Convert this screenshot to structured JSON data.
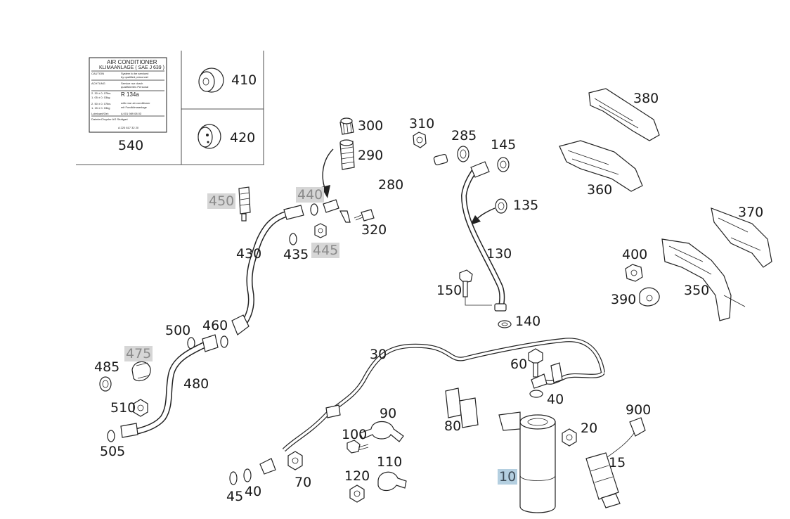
{
  "decal": {
    "title_line1": "AIR CONDITIONER",
    "title_line2": "KLIMAANLAGE ( SAE  J 639 )",
    "caution_label": "CAUTION",
    "caution_text1": "System to be serviced",
    "caution_text2": "by qualified personnel",
    "achtung_label": "ACHTUNG",
    "achtung_text1": "Service nur durch",
    "achtung_text2": "qualifiziertes Personal",
    "refrigerant": "R  134a",
    "amounts": [
      "2.  30 ± 0.  07lbs",
      "1.  05 ± 0.  03kg",
      "2.  50 ± 0.  07lbs",
      "1.  15 ± 0.  03kg"
    ],
    "rear_en": "with rear air conditioner",
    "rear_de": "mit Fondklimaanlage",
    "lubricant_label": "Lubricant/Oel:",
    "lubricant_value": "A 001 989 08 03",
    "maker": "DaimlerChrysler AG Stuttgart",
    "part_no": "A  220  817  32  20"
  },
  "labels": [
    {
      "id": "540",
      "text": "540",
      "style": "plain"
    },
    {
      "id": "410",
      "text": "410",
      "style": "plain"
    },
    {
      "id": "420",
      "text": "420",
      "style": "plain"
    },
    {
      "id": "300",
      "text": "300",
      "style": "plain"
    },
    {
      "id": "290",
      "text": "290",
      "style": "plain"
    },
    {
      "id": "310",
      "text": "310",
      "style": "plain"
    },
    {
      "id": "285",
      "text": "285",
      "style": "plain"
    },
    {
      "id": "145",
      "text": "145",
      "style": "plain"
    },
    {
      "id": "380",
      "text": "380",
      "style": "plain"
    },
    {
      "id": "360",
      "text": "360",
      "style": "plain"
    },
    {
      "id": "280",
      "text": "280",
      "style": "plain"
    },
    {
      "id": "450",
      "text": "450",
      "style": "gray"
    },
    {
      "id": "440",
      "text": "440",
      "style": "gray"
    },
    {
      "id": "445",
      "text": "445",
      "style": "gray"
    },
    {
      "id": "320",
      "text": "320",
      "style": "plain"
    },
    {
      "id": "135",
      "text": "135",
      "style": "plain"
    },
    {
      "id": "370",
      "text": "370",
      "style": "plain"
    },
    {
      "id": "430",
      "text": "430",
      "style": "plain"
    },
    {
      "id": "435",
      "text": "435",
      "style": "plain"
    },
    {
      "id": "130",
      "text": "130",
      "style": "plain"
    },
    {
      "id": "400",
      "text": "400",
      "style": "plain"
    },
    {
      "id": "150",
      "text": "150",
      "style": "plain"
    },
    {
      "id": "390",
      "text": "390",
      "style": "plain"
    },
    {
      "id": "350",
      "text": "350",
      "style": "plain"
    },
    {
      "id": "140",
      "text": "140",
      "style": "plain"
    },
    {
      "id": "500",
      "text": "500",
      "style": "plain"
    },
    {
      "id": "460",
      "text": "460",
      "style": "plain"
    },
    {
      "id": "475",
      "text": "475",
      "style": "gray"
    },
    {
      "id": "30",
      "text": "30",
      "style": "plain"
    },
    {
      "id": "485",
      "text": "485",
      "style": "plain"
    },
    {
      "id": "480",
      "text": "480",
      "style": "plain"
    },
    {
      "id": "60",
      "text": "60",
      "style": "plain"
    },
    {
      "id": "510",
      "text": "510",
      "style": "plain"
    },
    {
      "id": "40a",
      "text": "40",
      "style": "plain"
    },
    {
      "id": "90",
      "text": "90",
      "style": "plain"
    },
    {
      "id": "900",
      "text": "900",
      "style": "plain"
    },
    {
      "id": "80",
      "text": "80",
      "style": "plain"
    },
    {
      "id": "20",
      "text": "20",
      "style": "plain"
    },
    {
      "id": "100",
      "text": "100",
      "style": "plain"
    },
    {
      "id": "505",
      "text": "505",
      "style": "plain"
    },
    {
      "id": "110",
      "text": "110",
      "style": "plain"
    },
    {
      "id": "15",
      "text": "15",
      "style": "plain"
    },
    {
      "id": "120",
      "text": "120",
      "style": "plain"
    },
    {
      "id": "10",
      "text": "10",
      "style": "blue"
    },
    {
      "id": "70",
      "text": "70",
      "style": "plain"
    },
    {
      "id": "40b",
      "text": "40",
      "style": "plain"
    },
    {
      "id": "45",
      "text": "45",
      "style": "plain"
    }
  ],
  "colors": {
    "line": "#222222",
    "gray_highlight": "#d6d6d6",
    "gray_text": "#8a8a8a",
    "blue_highlight": "#b4cfe0",
    "blue_text": "#3d4b57"
  }
}
